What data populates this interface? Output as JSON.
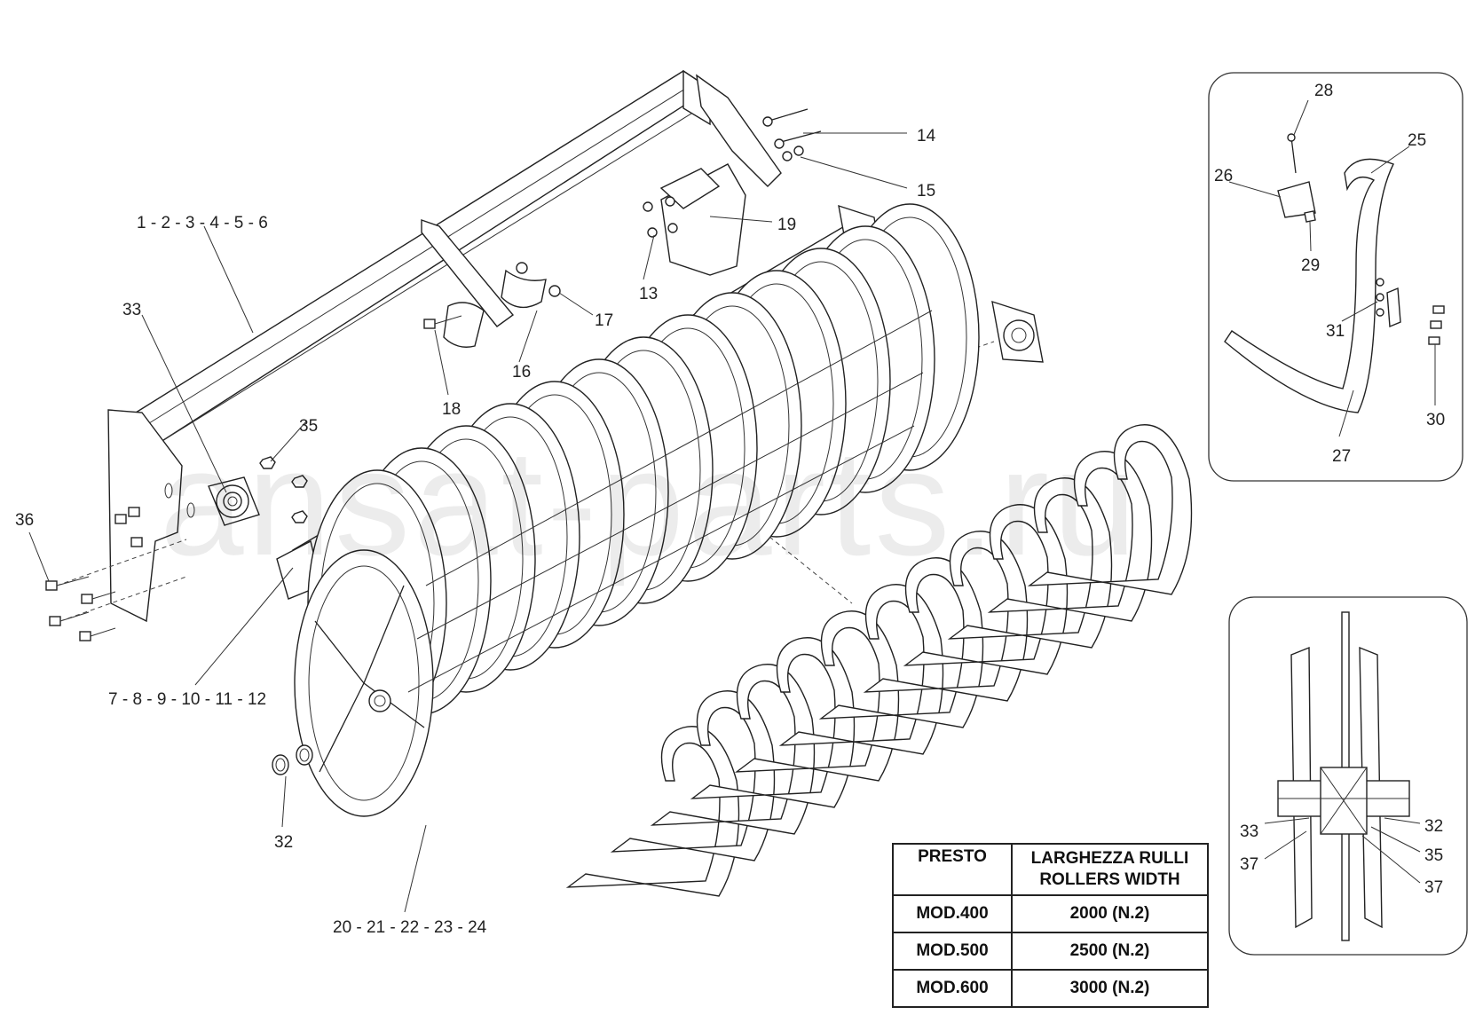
{
  "watermark": "ansat-parts.ru",
  "callouts": {
    "c1": "1 - 2 - 3 - 4 - 5 - 6",
    "c7": "7 - 8 - 9 - 10 - 11 - 12",
    "c13": "13",
    "c14": "14",
    "c15": "15",
    "c16": "16",
    "c17": "17",
    "c18": "18",
    "c19": "19",
    "c20": "20 - 21 - 22 - 23 - 24",
    "c25": "25",
    "c26": "26",
    "c27": "27",
    "c28": "28",
    "c29": "29",
    "c30": "30",
    "c31": "31",
    "c32a": "32",
    "c32b": "32",
    "c33a": "33",
    "c33b": "33",
    "c35a": "35",
    "c35b": "35",
    "c36": "36",
    "c37a": "37",
    "c37b": "37"
  },
  "table": {
    "header_model": "PRESTO",
    "header_width_line1": "LARGHEZZA RULLI",
    "header_width_line2": "ROLLERS WIDTH",
    "rows": [
      {
        "model": "MOD.400",
        "width": "2000 (N.2)"
      },
      {
        "model": "MOD.500",
        "width": "2500 (N.2)"
      },
      {
        "model": "MOD.600",
        "width": "3000 (N.2)"
      }
    ]
  }
}
